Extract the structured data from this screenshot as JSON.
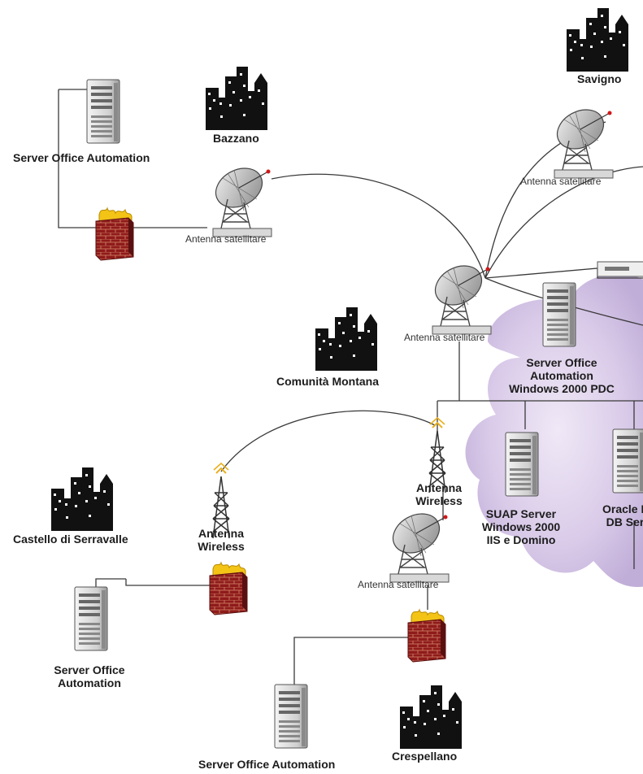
{
  "diagram": {
    "cities": {
      "bazzano": "Bazzano",
      "savigno": "Savigno",
      "comunita_montana": "Comunità Montana",
      "castello_di_serravalle": "Castello di Serravalle",
      "crespellano": "Crespellano"
    },
    "servers": {
      "bazzano_server": "Server Office Automation",
      "pdc_server": "Server Office\nAutomation\nWindows 2000 PDC",
      "suap_server": "SUAP Server\nWindows 2000\nIIS e Domino",
      "oracle_server": "Oracle L\nDB Ser",
      "serravalle_server": "Server Office\nAutomation",
      "crespellano_server": "Server Office Automation"
    },
    "antennas": {
      "satellite_bazzano": "Antenna satellitare",
      "satellite_savigno": "Antenna satellitare",
      "satellite_comunita": "Antenna satellitare",
      "satellite_crespellano": "Antenna satellitare",
      "wireless_serravalle": "Antenna\nWireless",
      "wireless_comunita": "Antenna\nWireless"
    },
    "colors": {
      "cloud": "#c9b8dd",
      "firewall_brick": "#8b1a1a",
      "flame": "#f3c316",
      "city": "#111111",
      "link": "#333333"
    }
  }
}
